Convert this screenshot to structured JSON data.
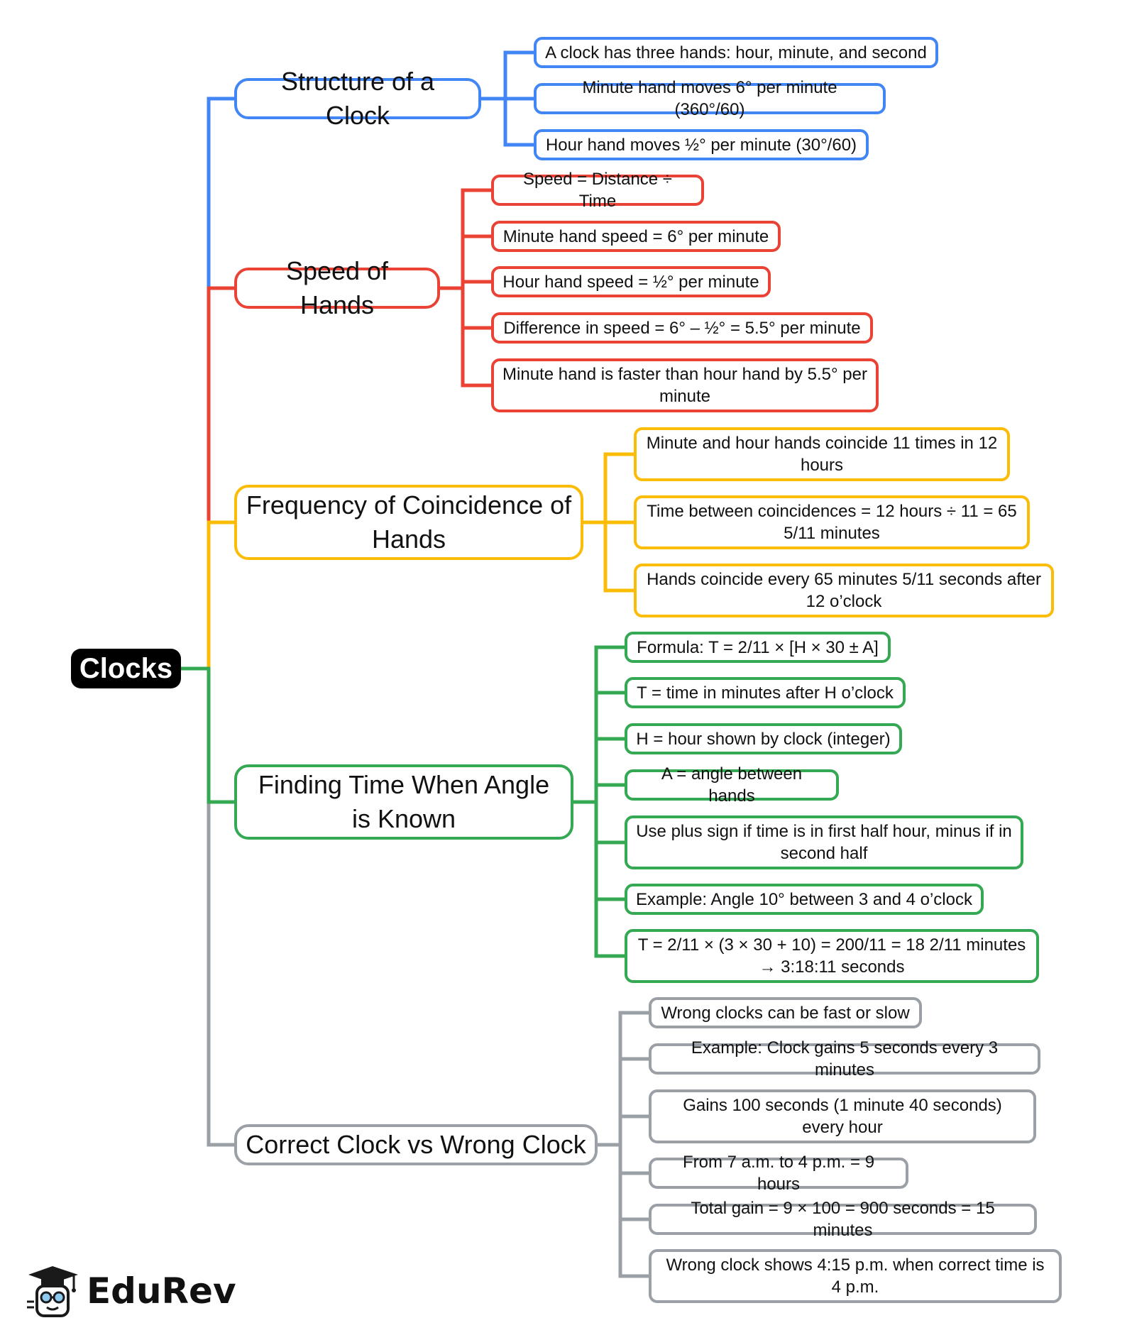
{
  "root": {
    "label": "Clocks"
  },
  "colors": {
    "structure": "#4285F4",
    "speed": "#EA4335",
    "frequency": "#FBBC05",
    "finding": "#34A853",
    "wrong": "#9AA0A6"
  },
  "branches": {
    "structure": {
      "label": "Structure of a Clock",
      "items": [
        "A clock has three hands: hour, minute, and second",
        "Minute hand moves 6° per minute (360°/60)",
        "Hour hand moves ½° per minute (30°/60)"
      ]
    },
    "speed": {
      "label": "Speed of Hands",
      "items": [
        "Speed = Distance ÷ Time",
        "Minute hand speed = 6° per minute",
        "Hour hand speed = ½° per minute",
        "Difference in speed = 6° – ½° = 5.5° per minute",
        "Minute hand is faster than hour hand by 5.5° per minute"
      ]
    },
    "frequency": {
      "label": "Frequency of Coincidence of Hands",
      "items": [
        "Minute and hour hands coincide 11 times in 12 hours",
        "Time between coincidences = 12 hours ÷ 11 = 65 5/11 minutes",
        "Hands coincide every 65 minutes 5/11 seconds after 12 o’clock"
      ]
    },
    "finding": {
      "label": "Finding Time When Angle is Known",
      "items": [
        "Formula: T = 2/11 × [H × 30 ± A]",
        "T = time in minutes after H o’clock",
        "H = hour shown by clock (integer)",
        "A = angle between hands",
        "Use plus sign if time is in first half hour, minus if in second half",
        "Example: Angle 10° between 3 and 4 o’clock",
        "T = 2/11 × (3 × 30 + 10) = 200/11 = 18 2/11 minutes → 3:18:11 seconds"
      ]
    },
    "wrong": {
      "label": "Correct Clock vs Wrong Clock",
      "items": [
        "Wrong clocks can be fast or slow",
        "Example: Clock gains 5 seconds every 3 minutes",
        "Gains 100 seconds (1 minute 40 seconds) every hour",
        "From 7 a.m. to 4 p.m. = 9 hours",
        "Total gain = 9 × 100 = 900 seconds = 15 minutes",
        "Wrong clock shows 4:15 p.m. when correct time is 4 p.m."
      ]
    }
  },
  "brand": {
    "name": "EduRev"
  }
}
